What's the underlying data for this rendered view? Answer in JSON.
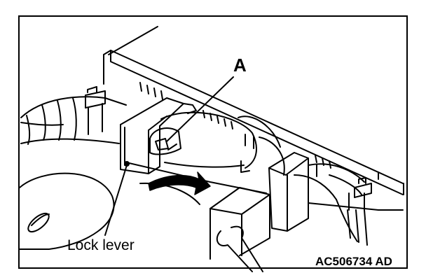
{
  "diagram": {
    "callout_label": "A",
    "part_label": "Lock lever",
    "figure_code": "AC506734 AD",
    "arrow_fill": "#000000",
    "line_color": "#000000",
    "background": "#ffffff"
  }
}
